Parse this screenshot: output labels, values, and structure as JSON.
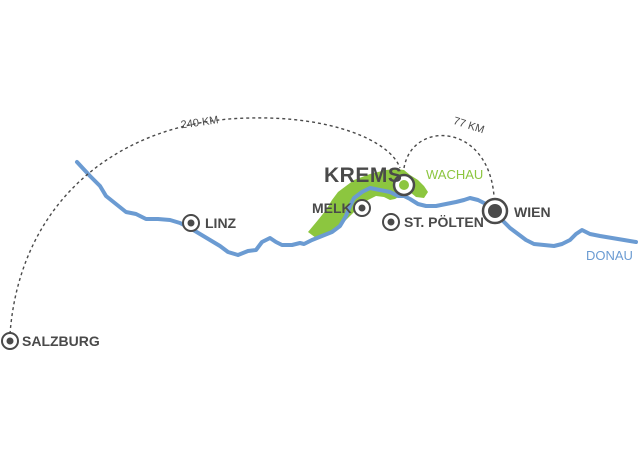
{
  "map": {
    "cities": {
      "salzburg": "SALZBURG",
      "linz": "LINZ",
      "melk": "MELK",
      "krems": "KREMS",
      "st_poelten": "ST. PÖLTEN",
      "wien": "WIEN"
    },
    "region_label": "WACHAU",
    "river_label": "DONAU",
    "distances": {
      "salzburg_krems": "240 KM",
      "krems_wien": "77 KM"
    },
    "colors": {
      "river": "#6b9bd2",
      "region": "#8cc63f",
      "marker": "#4a4a4a",
      "text": "#4a4a4a",
      "route": "#4a4a4a"
    }
  }
}
